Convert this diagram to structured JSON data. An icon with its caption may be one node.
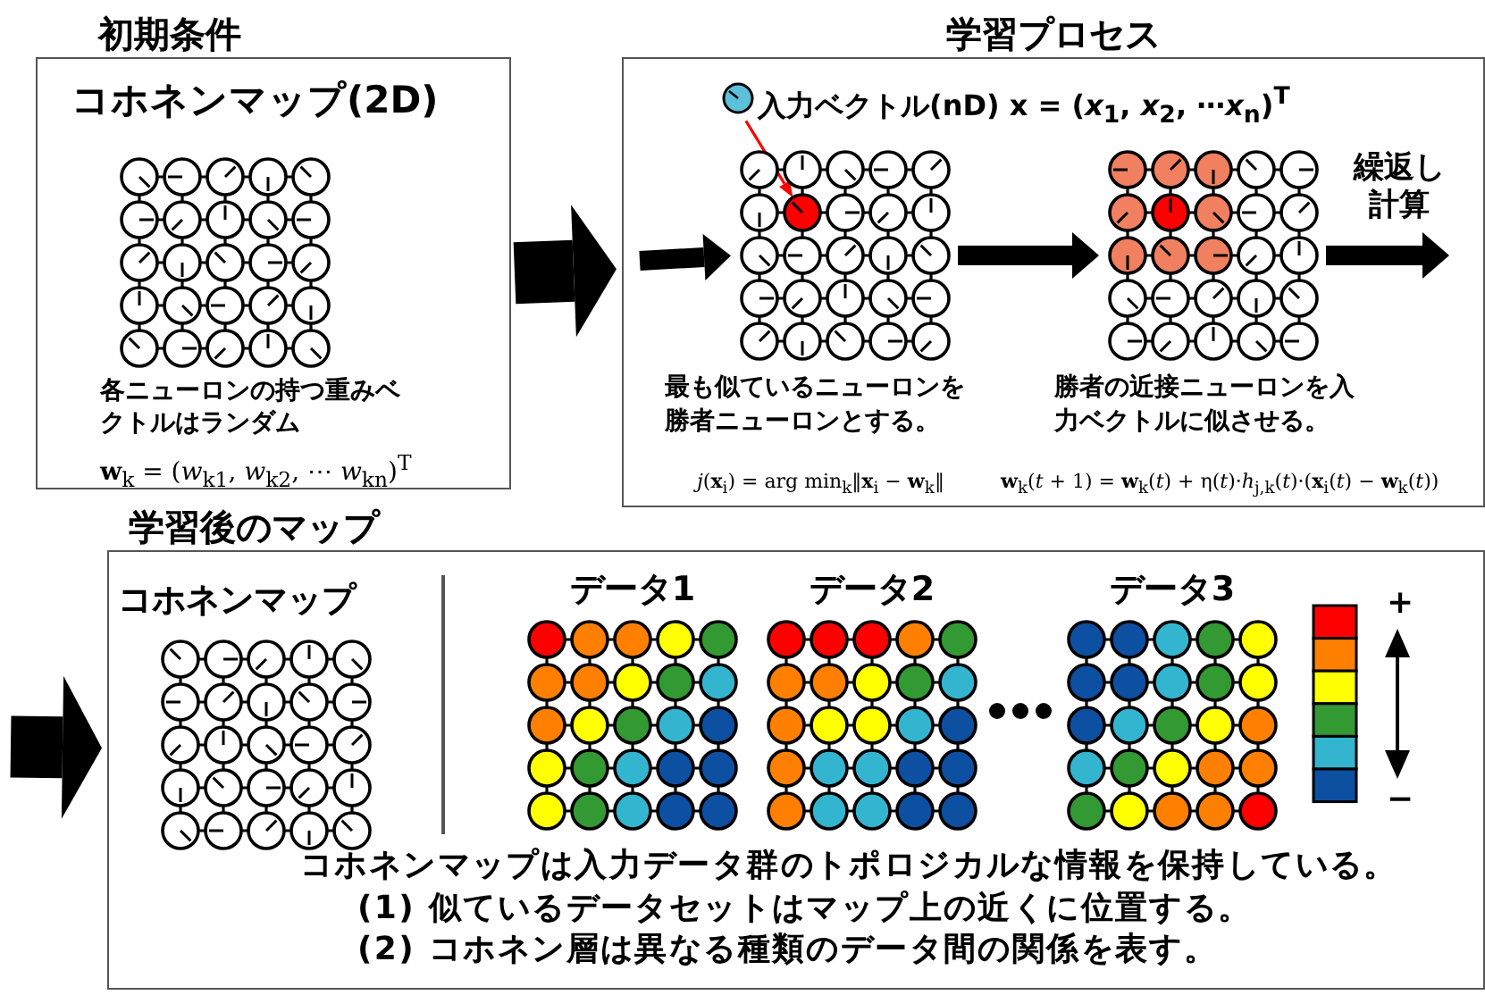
{
  "diagram": {
    "nodes": [
      {
        "text": [
          "初期条件",
          "コホネンマップ(2D)",
          "各ニューロンの持つ重みベクトルはランダム",
          "**w**$_{k}$ = (*w*$_{k1}$, *w*$_{k2}$, ⋯ *w*$_{kn}$)$^{T}$"
        ]
      },
      {
        "text": [
          "学習プロセス"
        ]
      },
      {
        "text": [
          "入力ベクトル(nD) **x** = (*x*$_{1}$, *x*$_{2}$, ⋯*x*$_{n}$)$^{T}$"
        ],
        "in": 1
      },
      {
        "text": [],
        "shape": "grid",
        "in": 1,
        "beside": [
          "最も似ているニューロンを勝者ニューロンとする。",
          "*j*(**x**$_{i}$) = arg min$_{k}$‖**x**$_{i}$ − **w**$_{k}$‖"
        ]
      },
      {
        "text": [],
        "shape": "grid",
        "in": 1,
        "beside": [
          "勝者の近接ニューロンを入力ベクトルに似させる。",
          "**w**$_{k}$(*t* + 1) = **w**$_{k}$(*t*) + η(*t*)·*h*$_{j,k}$(*t*)·(**x**$_{i}$(*t*) − **w**$_{k}$(*t*))"
        ]
      },
      {
        "text": [
          "学習後のマップ",
          "コホネンマップは入力データ群のトポロジカルな情報を保持している。",
          "(1) 似ているデータセットはマップ上の近くに位置する。",
          "(2) コホネン層は異なる種類のデータ間の関係を表す。"
        ]
      },
      {
        "text": [
          "コホネンマップ"
        ],
        "in": 5
      },
      {
        "text": [
          "データ1"
        ],
        "in": 5
      },
      {
        "text": [
          "データ2"
        ],
        "in": 5
      },
      {
        "text": [
          "データ3"
        ],
        "in": 5
      }
    ],
    "edges": [
      {
        "from": 0,
        "to": 1,
        "arrow": "to",
        "style": "thick"
      },
      {
        "from": null,
        "to": 5,
        "arrow": "to",
        "style": "thick"
      },
      {
        "from": 2,
        "to": 3,
        "arrow": "to",
        "color": "#ff0000"
      },
      {
        "from": null,
        "to": 3,
        "arrow": "to"
      },
      {
        "from": 3,
        "to": 4,
        "arrow": "to"
      },
      {
        "from": 4,
        "to": null,
        "arrow": "to",
        "label": "繰返し計算"
      }
    ],
    "labels": [
      "+",
      "−"
    ]
  }
}
